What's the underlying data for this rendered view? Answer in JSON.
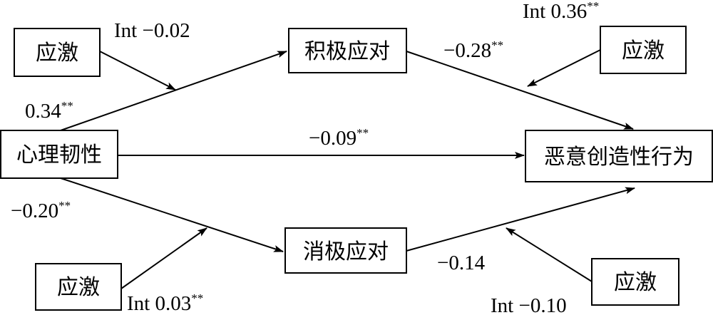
{
  "nodes": {
    "stress_tl": "应激",
    "positive_coping": "积极应对",
    "stress_tr": "应激",
    "resilience": "心理韧性",
    "malevolent_creativity": "恶意创造性行为",
    "negative_coping": "消极应对",
    "stress_bl": "应激",
    "stress_br": "应激"
  },
  "labels": {
    "int_tl": {
      "text": "Int −0.02",
      "sig": ""
    },
    "a1": {
      "text": "0.34",
      "sig": "**"
    },
    "b1": {
      "text": "−0.28",
      "sig": "**"
    },
    "int_tr": {
      "text": "Int 0.36",
      "sig": "**"
    },
    "c": {
      "text": "−0.09",
      "sig": "**"
    },
    "a2": {
      "text": "−0.20",
      "sig": "**"
    },
    "b2": {
      "text": "−0.14",
      "sig": ""
    },
    "int_bl": {
      "text": "Int 0.03",
      "sig": "**"
    },
    "int_br": {
      "text": "Int −0.10",
      "sig": ""
    }
  }
}
